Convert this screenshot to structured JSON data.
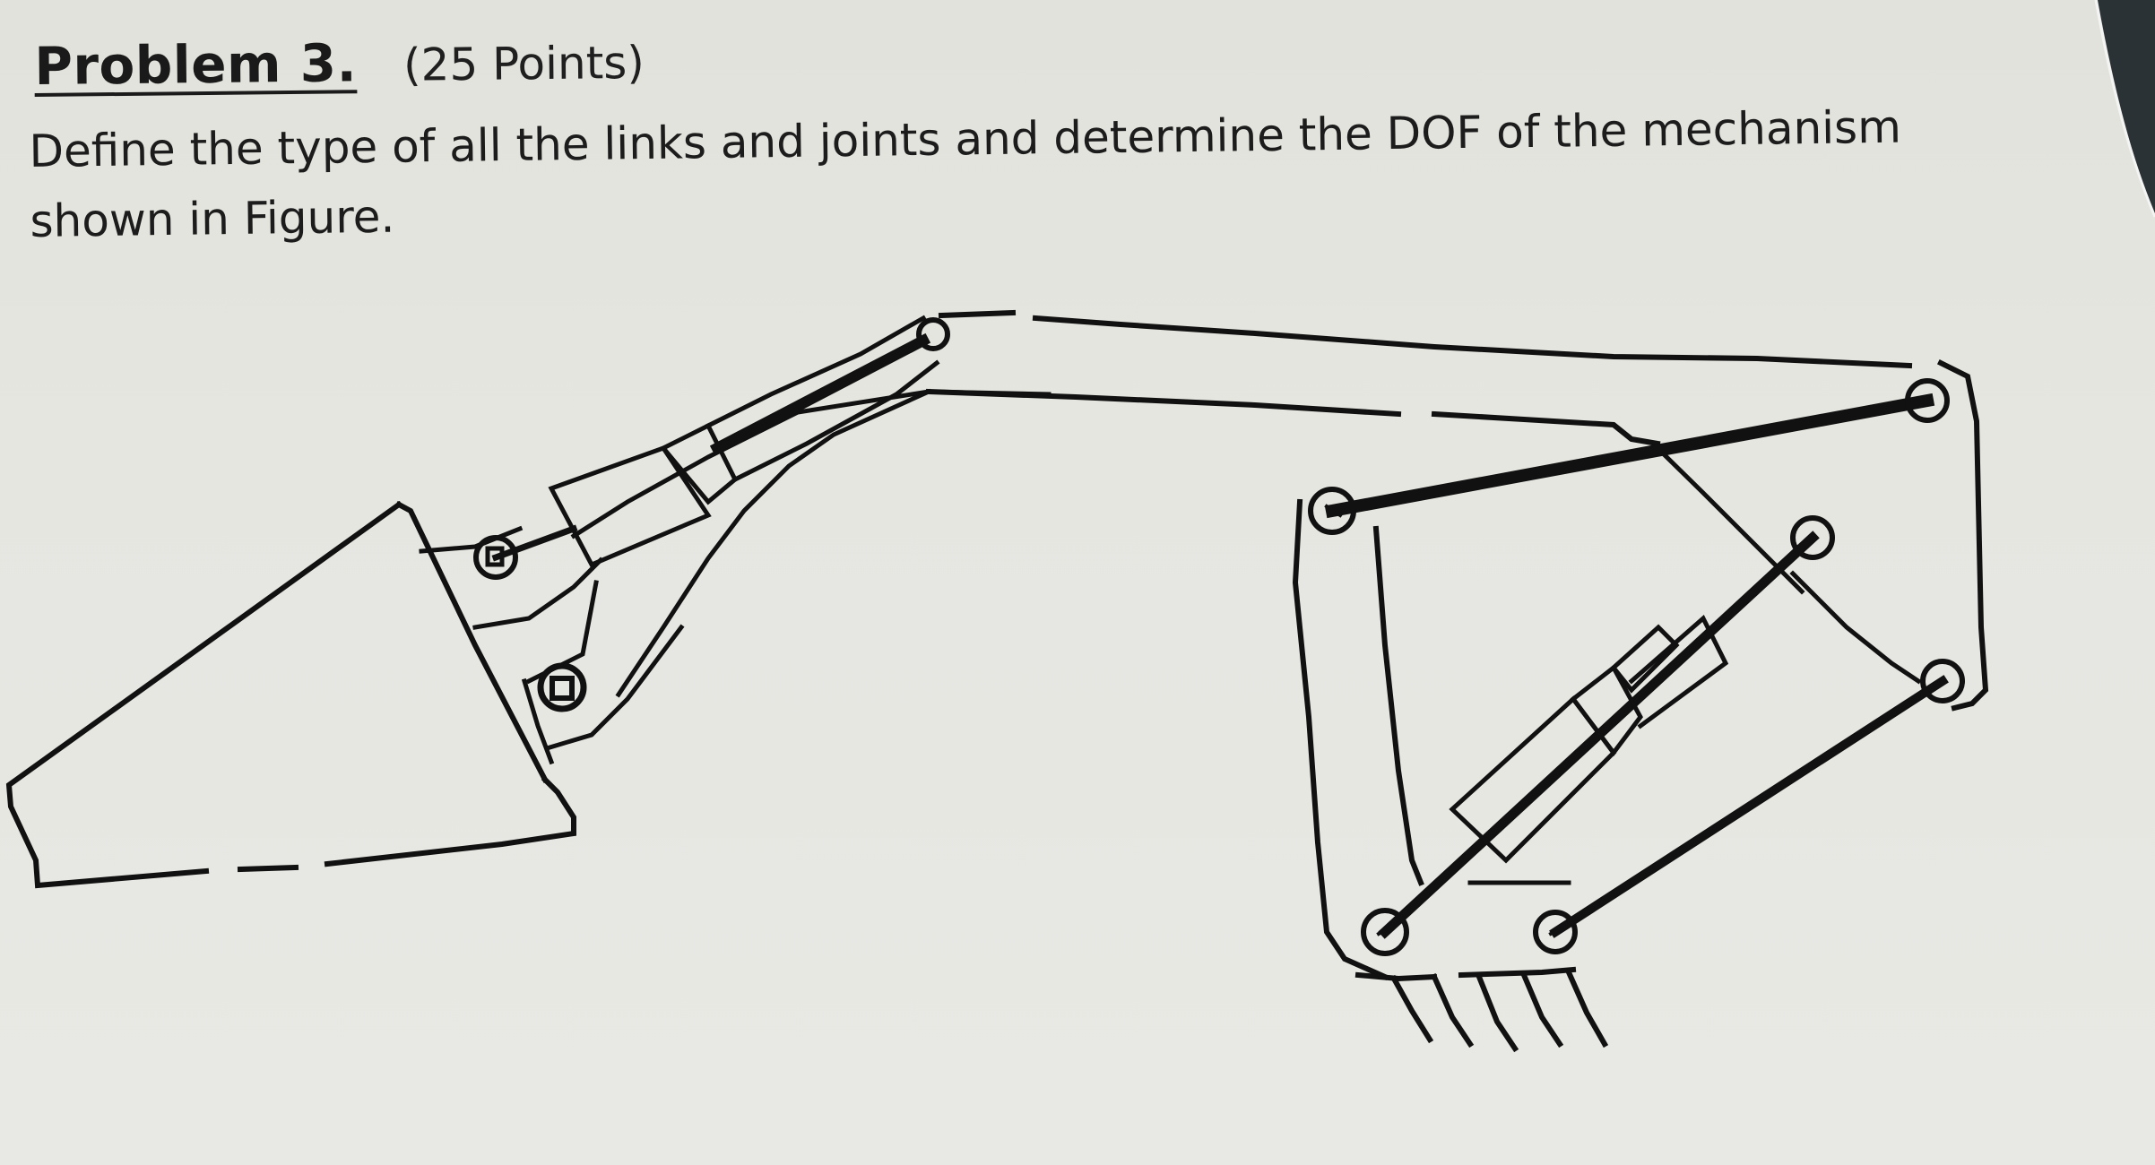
{
  "problem": {
    "title": "Problem 3.",
    "points": "(25 Points)"
  },
  "prompt": {
    "line1": "Define the type of all the links and joints and determine the DOF of the mechanism",
    "line2": "shown in Figure."
  },
  "figure": {
    "description": "Line drawing of an excavator-style planar mechanism: bucket, bucket linkage, arm, arm/bucket hydraulic cylinders, boom, boom cylinder and ground frame with hatched base",
    "ink_color": "#111111",
    "paper_color": "#e6e6e1",
    "backdrop_color": "#2b3236",
    "ground_hatch_count": 5
  }
}
